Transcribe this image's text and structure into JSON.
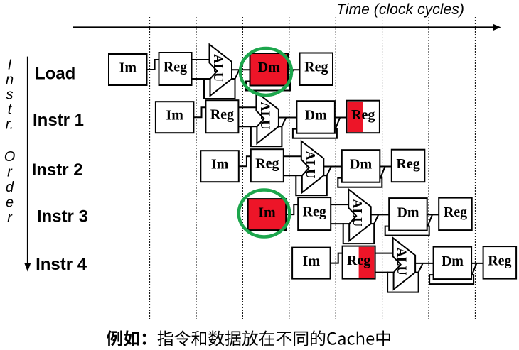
{
  "slide": {
    "time_axis": {
      "label": "Time (clock cycles)"
    },
    "order_axis": {
      "word1": "Instr.",
      "word2": "Order",
      "letters1": [
        "I",
        "n",
        "s",
        "t",
        "r."
      ],
      "letters2": [
        "O",
        "r",
        "d",
        "e",
        "r"
      ]
    },
    "rows": [
      {
        "label": "Load",
        "stages": {
          "im": "Im",
          "reg": "Reg",
          "alu": "ALU",
          "dm": "Dm",
          "reg2": "Reg"
        },
        "hazard": {
          "stage": "dm",
          "fill": "full-red",
          "circled": true
        }
      },
      {
        "label": "Instr 1",
        "stages": {
          "im": "Im",
          "reg": "Reg",
          "alu": "ALU",
          "dm": "Dm",
          "reg2": "Reg"
        },
        "hazard": {
          "stage": "reg2",
          "fill": "left-half-red",
          "circled": false
        }
      },
      {
        "label": "Instr 2",
        "stages": {
          "im": "Im",
          "reg": "Reg",
          "alu": "ALU",
          "dm": "Dm",
          "reg2": "Reg"
        },
        "hazard": null
      },
      {
        "label": "Instr 3",
        "stages": {
          "im": "Im",
          "reg": "Reg",
          "alu": "ALU",
          "dm": "Dm",
          "reg2": "Reg"
        },
        "hazard": {
          "stage": "im",
          "fill": "full-red",
          "circled": true
        }
      },
      {
        "label": "Instr 4",
        "stages": {
          "im": "Im",
          "reg": "Reg",
          "alu": "ALU",
          "dm": "Dm",
          "reg2": "Reg"
        },
        "hazard": {
          "stage": "reg",
          "fill": "right-half-red",
          "circled": false
        }
      }
    ],
    "caption": {
      "bold": "例如：",
      "text": "指令和数据放在不同的Cache中"
    },
    "colors": {
      "hazard_red": "#ED1528",
      "highlight_green": "#1CA64C",
      "ink": "#000000"
    }
  }
}
